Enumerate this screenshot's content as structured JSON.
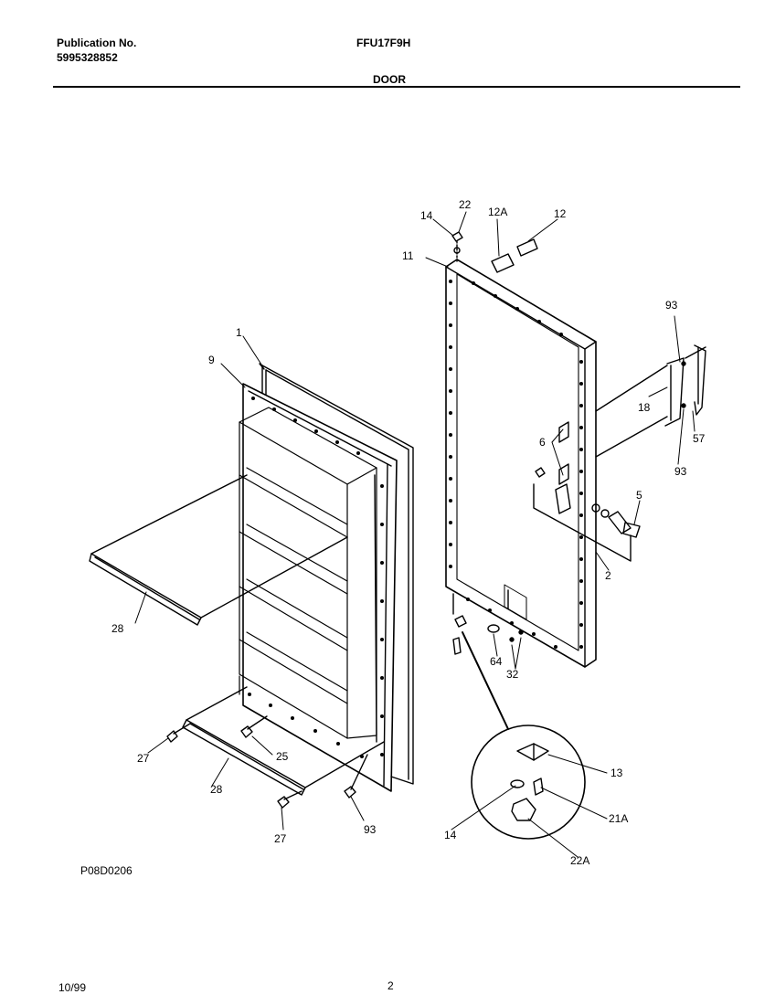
{
  "header": {
    "publication_label": "Publication No.",
    "publication_number": "5995328852",
    "model": "FFU17F9H",
    "section": "DOOR"
  },
  "diagram_id": "P08D0206",
  "footer": {
    "date": "10/99",
    "page": "2"
  },
  "callouts": {
    "c1": "1",
    "c9": "9",
    "c28a": "28",
    "c28b": "28",
    "c27a": "27",
    "c27b": "27",
    "c25": "25",
    "c93a": "93",
    "c14a": "14",
    "c22": "22",
    "c12a": "12A",
    "c12": "12",
    "c11": "11",
    "c93b": "93",
    "c18": "18",
    "c57": "57",
    "c93c": "93",
    "c6": "6",
    "c5": "5",
    "c2": "2",
    "c64": "64",
    "c32": "32",
    "c13": "13",
    "c21a": "21A",
    "c14b": "14",
    "c22a": "22A"
  }
}
